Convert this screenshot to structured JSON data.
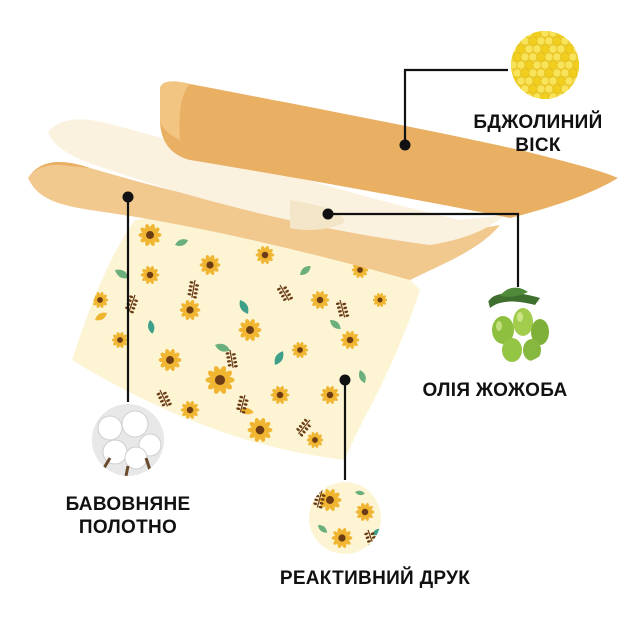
{
  "labels": {
    "beeswax": {
      "line1": "БДЖОЛИНИЙ",
      "line2": "ВІСК"
    },
    "jojoba": {
      "line1": "ОЛІЯ ЖОЖОБА"
    },
    "cotton": {
      "line1": "БАВОВНЯНЕ",
      "line2": "ПОЛОТНО"
    },
    "print": {
      "line1": "РЕАКТИВНИЙ ДРУК"
    }
  },
  "icons": {
    "beeswax": "beeswax-pellets-icon",
    "jojoba": "jojoba-berries-icon",
    "cotton": "cotton-bolls-icon",
    "print": "sunflower-print-icon"
  },
  "colors": {
    "wax_sheet": "#e9b064",
    "wax_sheet_light": "#f1c98f",
    "oil_sheet": "#fbf1df",
    "fabric_bg": "#fcf4d3",
    "sunflower_petal": "#f0b531",
    "sunflower_center": "#6b3c15",
    "leaf_green": "#6bb07c",
    "pointer_line": "#111111"
  }
}
